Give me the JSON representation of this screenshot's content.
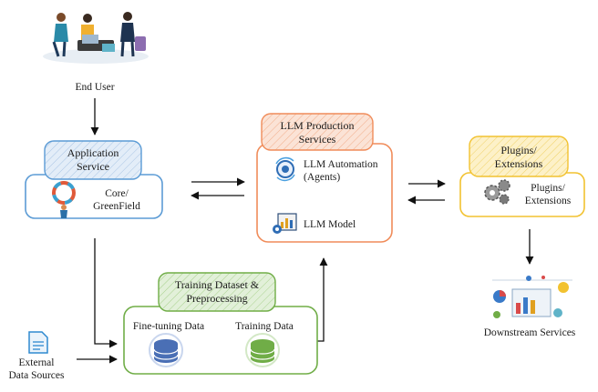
{
  "end_user": {
    "label": "End User"
  },
  "application": {
    "title_line1": "Application",
    "title_line2": "Service",
    "item_line1": "Core/",
    "item_line2": "GreenField"
  },
  "llm": {
    "title_line1": "LLM Production",
    "title_line2": "Services",
    "automation_line1": "LLM Automation",
    "automation_line2": "(Agents)",
    "model": "LLM Model"
  },
  "plugins": {
    "title_line1": "Plugins/",
    "title_line2": "Extensions",
    "item_line1": "Plugins/",
    "item_line2": "Extensions"
  },
  "downstream": {
    "label": "Downstream  Services"
  },
  "training": {
    "title_line1": "Training  Dataset  &",
    "title_line2": "Preprocessing",
    "fine_tuning": "Fine-tuning Data",
    "training_data": "Training Data"
  },
  "external": {
    "line1": "External",
    "line2": "Data Sources"
  },
  "colors": {
    "application": "#5b9bd5",
    "llm": "#f08c5a",
    "plugins": "#f2c230",
    "training": "#70ad47"
  }
}
